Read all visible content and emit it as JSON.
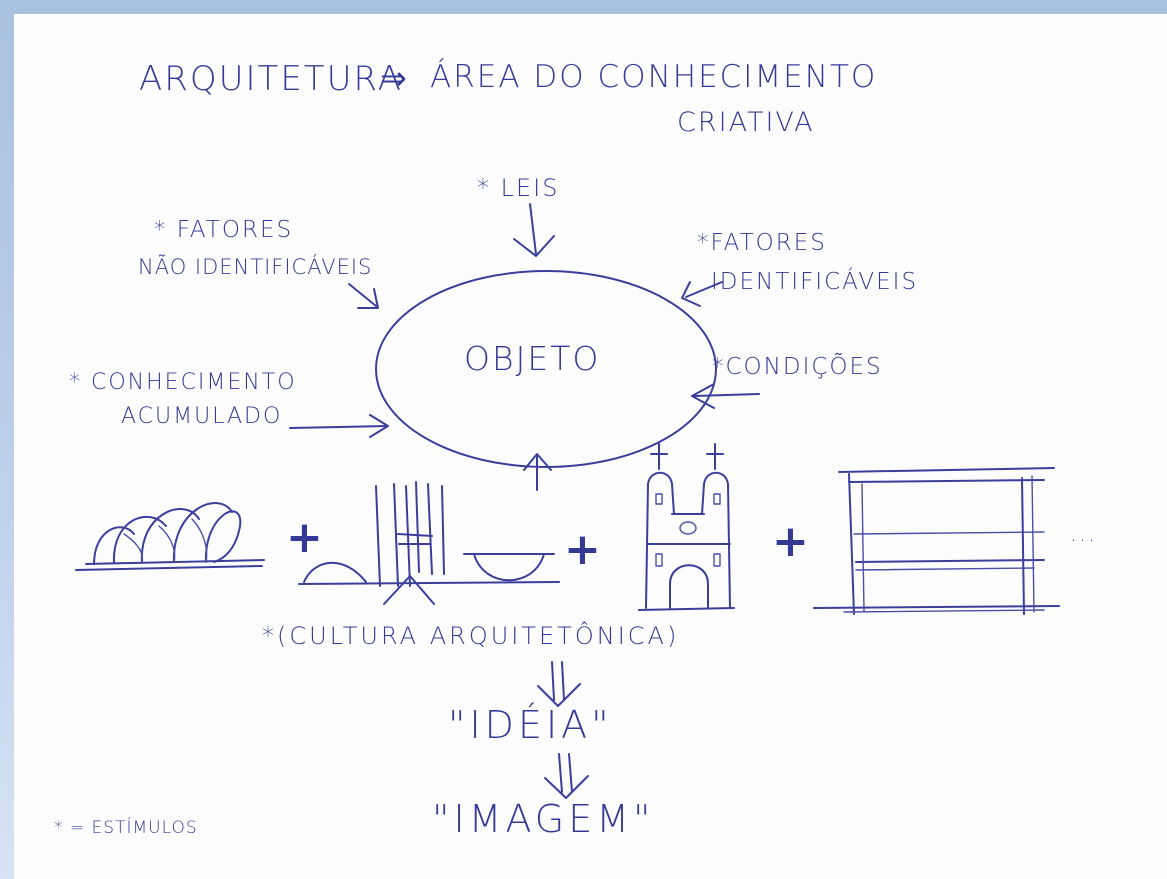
{
  "title": {
    "left": "ARQUITETURA",
    "arrow": "⇒",
    "right_line1": "ÁREA DO CONHECIMENTO",
    "right_line2": "CRIATIVA"
  },
  "center": "OBJETO",
  "stimuli": {
    "leis": "* LEIS",
    "fatores_nao_1": "* FATORES",
    "fatores_nao_2": "NÃO IDENTIFICÁVEIS",
    "fatores_id_1": "*FATORES",
    "fatores_id_2": "IDENTIFICÁVEIS",
    "condicoes": "*CONDIÇÕES",
    "conhecimento_1": "* CONHECIMENTO",
    "conhecimento_2": "ACUMULADO"
  },
  "cultura": "*(CULTURA ARQUITETÔNICA)",
  "plus": "+",
  "ellipsis": "...",
  "down_arrow": "⇓",
  "ideia": "\"IDÉIA\"",
  "imagem": "\"IMAGEM\"",
  "legend": "* = ESTÍMULOS",
  "colors": {
    "ink": "#353a97",
    "paper": "#fdfdfe",
    "frame": "#bed0ea"
  }
}
